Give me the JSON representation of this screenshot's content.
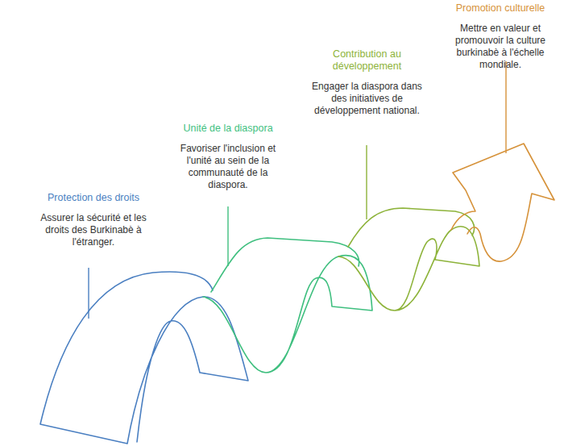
{
  "diagram": {
    "nodes": [
      {
        "text": [
          "Protection des droits",
          "Assurer la sécurité et les droits des Burkinabè à l'étranger."
        ]
      },
      {
        "text": [
          "Unité de la diaspora",
          "Favoriser l'inclusion et l'unité au sein de la communauté de la diaspora."
        ]
      },
      {
        "text": [
          "Contribution au développement",
          "Engager la diaspora dans des initiatives de développement national."
        ]
      },
      {
        "text": [
          "Promotion culturelle",
          "Mettre en valeur et promouvoir la culture burkinabè à l'échelle mondiale."
        ]
      }
    ]
  }
}
